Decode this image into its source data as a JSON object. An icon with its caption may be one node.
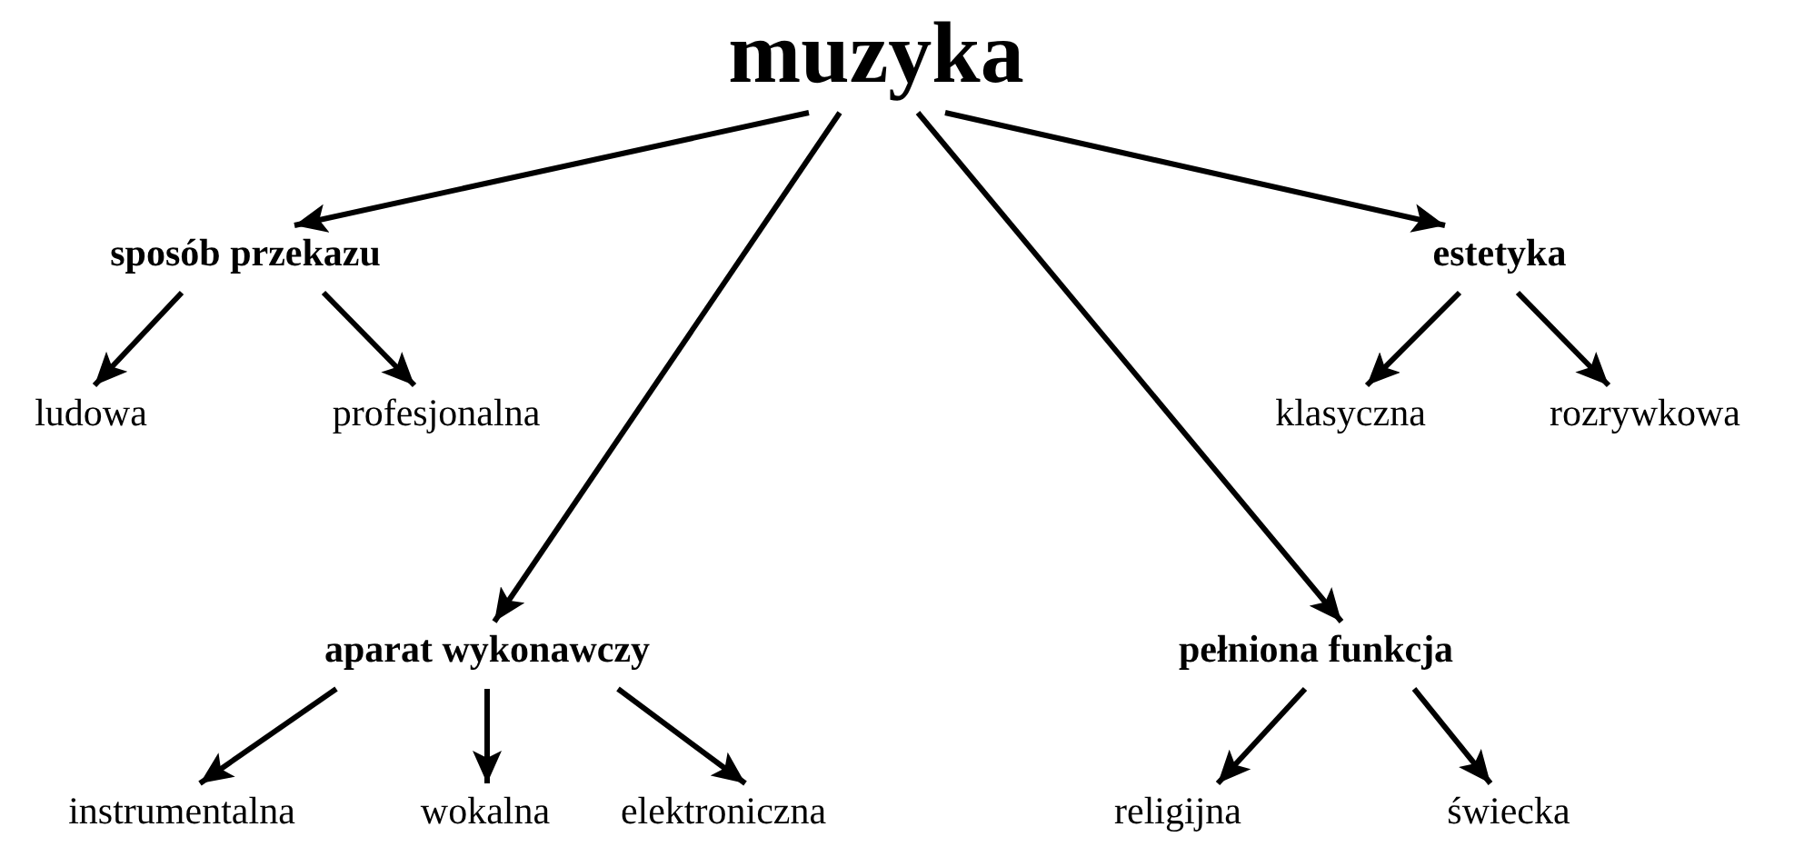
{
  "diagram": {
    "nodes": [
      {
        "text": [
          "muzyka"
        ]
      },
      {
        "text": [
          "sposób przekazu"
        ]
      },
      {
        "text": [
          "estetyka"
        ]
      },
      {
        "text": [
          "ludowa"
        ]
      },
      {
        "text": [
          "profesjonalna"
        ]
      },
      {
        "text": [
          "klasyczna"
        ]
      },
      {
        "text": [
          "rozrywkowa"
        ]
      },
      {
        "text": [
          "aparat wykonawczy"
        ]
      },
      {
        "text": [
          "pełniona funkcja"
        ]
      },
      {
        "text": [
          "instrumentalna"
        ]
      },
      {
        "text": [
          "wokalna"
        ]
      },
      {
        "text": [
          "elektroniczna"
        ]
      },
      {
        "text": [
          "religijna"
        ]
      },
      {
        "text": [
          "świecka"
        ]
      }
    ],
    "edges": [
      {
        "from": 0,
        "to": 1,
        "arrow": "to"
      },
      {
        "from": 0,
        "to": 7,
        "arrow": "to"
      },
      {
        "from": 0,
        "to": 8,
        "arrow": "to"
      },
      {
        "from": 0,
        "to": 2,
        "arrow": "to"
      },
      {
        "from": 1,
        "to": 3,
        "arrow": "to"
      },
      {
        "from": 1,
        "to": 4,
        "arrow": "to"
      },
      {
        "from": 2,
        "to": 5,
        "arrow": "to"
      },
      {
        "from": 2,
        "to": 6,
        "arrow": "to"
      },
      {
        "from": 7,
        "to": 9,
        "arrow": "to"
      },
      {
        "from": 7,
        "to": 10,
        "arrow": "to"
      },
      {
        "from": 7,
        "to": 11,
        "arrow": "to"
      },
      {
        "from": 8,
        "to": 12,
        "arrow": "to"
      },
      {
        "from": 8,
        "to": 13,
        "arrow": "to"
      }
    ]
  }
}
